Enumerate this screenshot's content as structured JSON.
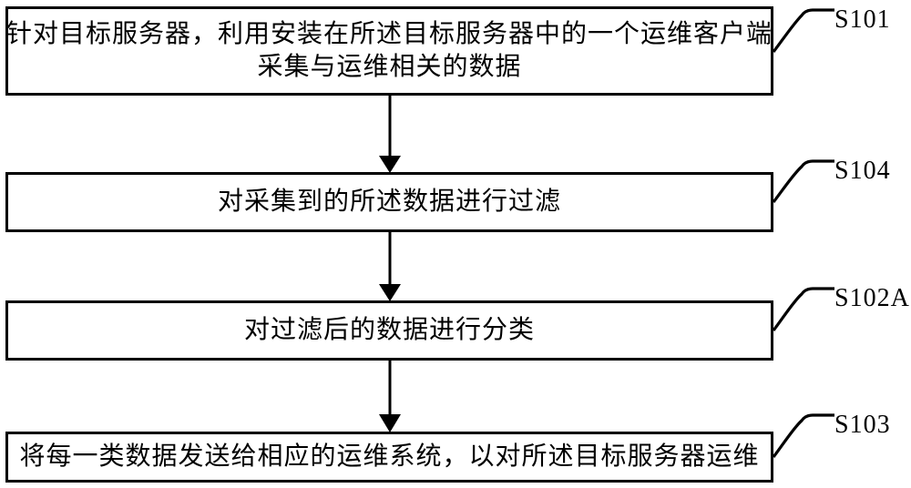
{
  "figure": {
    "type": "flowchart",
    "description": "Patent-style operation and maintenance data processing flowchart",
    "colors": {
      "line": "#000000",
      "background": "#ffffff",
      "text": "#000000"
    },
    "steps": [
      {
        "ref": "S101",
        "lines": [
          "针对目标服务器，利用安装在所述目标服务器中的一个运维客户端",
          "采集与运维相关的数据"
        ],
        "text": "针对目标服务器，利用安装在所述目标服务器中的一个运维客户端采集与运维相关的数据"
      },
      {
        "ref": "S104",
        "lines": [
          "对采集到的所述数据进行过滤"
        ],
        "text": "对采集到的所述数据进行过滤"
      },
      {
        "ref": "S102A",
        "lines": [
          "对过滤后的数据进行分类"
        ],
        "text": "对过滤后的数据进行分类"
      },
      {
        "ref": "S103",
        "lines": [
          "将每一类数据发送给相应的运维系统，以对所述目标服务器运维"
        ],
        "text": "将每一类数据发送给相应的运维系统，以对所述目标服务器运维"
      }
    ],
    "flow_order": [
      "S101",
      "S104",
      "S102A",
      "S103"
    ]
  }
}
